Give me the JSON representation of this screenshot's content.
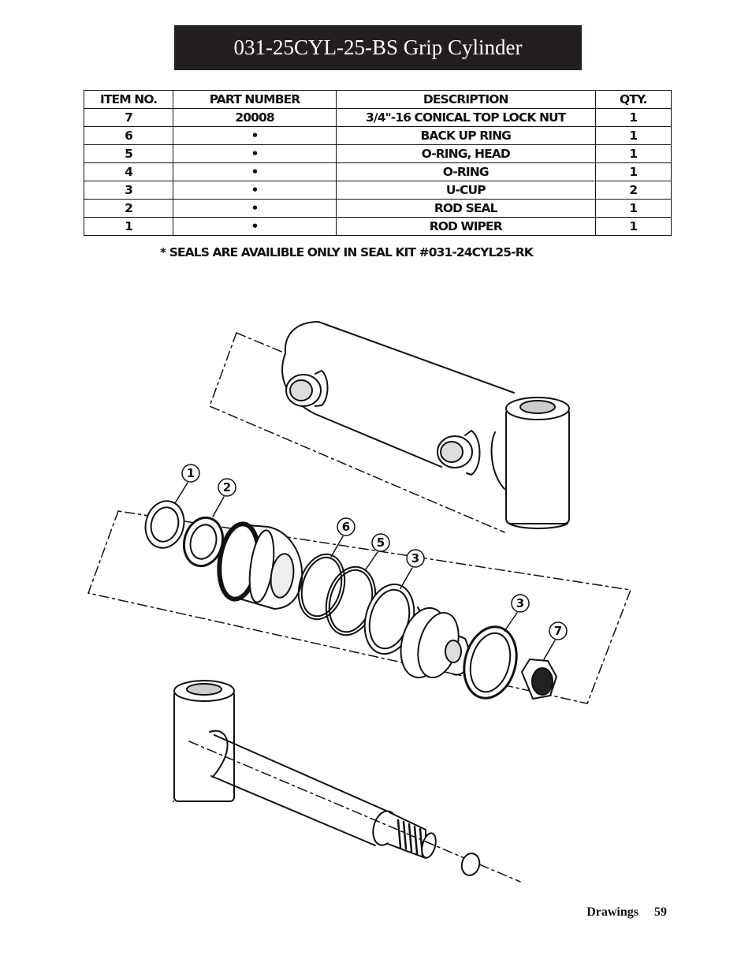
{
  "title": "031-25CYL-25-BS Grip Cylinder",
  "table": {
    "headers": [
      "ITEM NO.",
      "PART NUMBER",
      "DESCRIPTION",
      "QTY."
    ],
    "rows": [
      [
        "7",
        "20008",
        "3/4\"-16 CONICAL TOP LOCK NUT",
        "1"
      ],
      [
        "6",
        "•",
        "BACK UP RING",
        "1"
      ],
      [
        "5",
        "•",
        "O-RING, HEAD",
        "1"
      ],
      [
        "4",
        "•",
        "O-RING",
        "1"
      ],
      [
        "3",
        "•",
        "U-CUP",
        "2"
      ],
      [
        "2",
        "•",
        "ROD SEAL",
        "1"
      ],
      [
        "1",
        "•",
        "ROD WIPER",
        "1"
      ]
    ]
  },
  "footnote": "* SEALS ARE AVAILIBLE ONLY IN SEAL KIT #031-24CYL25-RK",
  "callouts": [
    "1",
    "2",
    "6",
    "5",
    "3",
    "3",
    "7"
  ],
  "footer": {
    "section": "Drawings",
    "page": "59"
  }
}
